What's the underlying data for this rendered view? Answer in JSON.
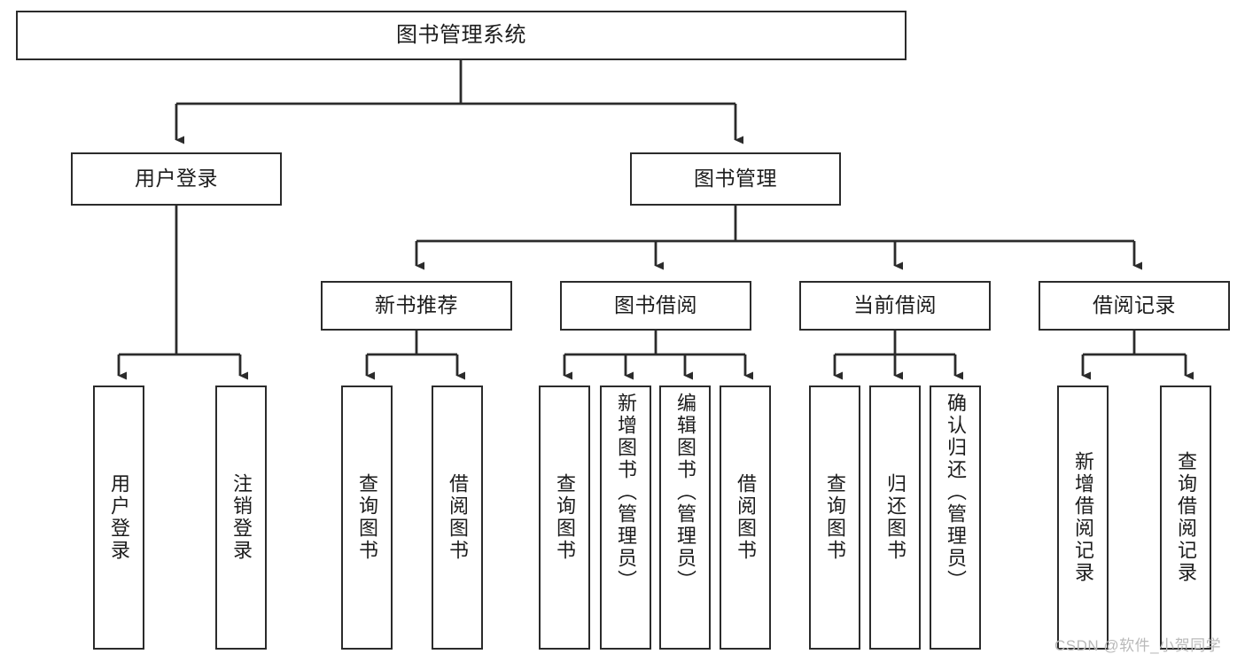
{
  "diagram": {
    "title": "图书管理系统",
    "root": {
      "label": "图书管理系统"
    },
    "level2": [
      {
        "label": "用户登录"
      },
      {
        "label": "图书管理"
      }
    ],
    "level3": [
      {
        "label": "新书推荐"
      },
      {
        "label": "图书借阅"
      },
      {
        "label": "当前借阅"
      },
      {
        "label": "借阅记录"
      }
    ],
    "leaves": {
      "user_login": [
        {
          "label": "用户登录"
        },
        {
          "label": "注销登录"
        }
      ],
      "new_book_recommend": [
        {
          "label": "查询图书"
        },
        {
          "label": "借阅图书"
        }
      ],
      "book_borrow": [
        {
          "label": "查询图书"
        },
        {
          "label": "新增图书（管理员）"
        },
        {
          "label": "编辑图书（管理员）"
        },
        {
          "label": "借阅图书"
        }
      ],
      "current_borrow": [
        {
          "label": "查询图书"
        },
        {
          "label": "归还图书"
        },
        {
          "label": "确认归还（管理员）"
        }
      ],
      "borrow_record": [
        {
          "label": "新增借阅记录"
        },
        {
          "label": "查询借阅记录"
        }
      ]
    }
  },
  "watermark": {
    "text": "CSDN @软件_小贺同学"
  },
  "colors": {
    "stroke": "#2b2b2b",
    "fill": "#ffffff",
    "text": "#1c1c1c",
    "watermark": "#b9b9b9"
  }
}
